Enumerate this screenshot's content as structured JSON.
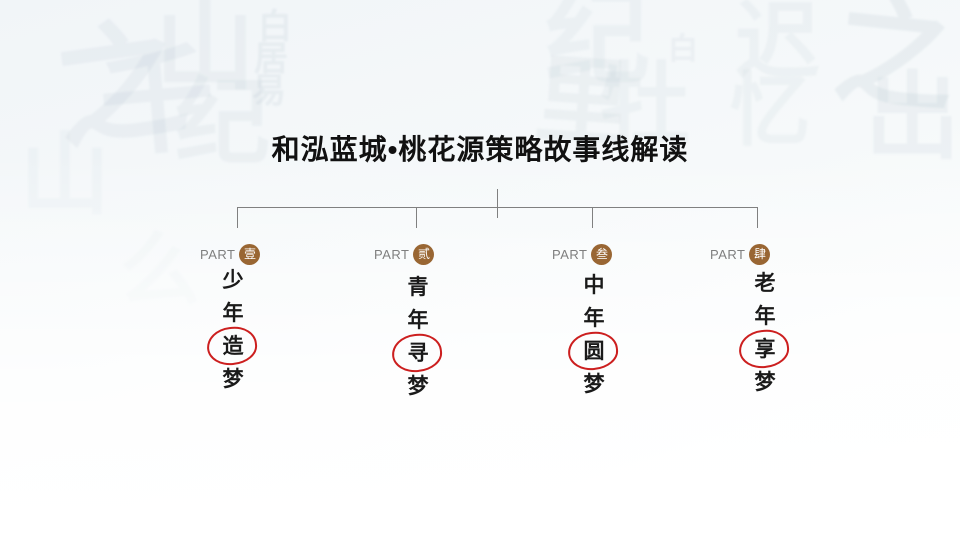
{
  "slide": {
    "title": "和泓蓝城•桃花源策略故事线解读"
  },
  "parts": [
    {
      "label": "PART",
      "numeral": "壹",
      "story": [
        "少",
        "年",
        "造",
        "梦"
      ],
      "circled_char": "造"
    },
    {
      "label": "PART",
      "numeral": "贰",
      "story": [
        "青",
        "年",
        "寻",
        "梦"
      ],
      "circled_char": "寻"
    },
    {
      "label": "PART",
      "numeral": "叁",
      "story": [
        "中",
        "年",
        "圆",
        "梦"
      ],
      "circled_char": "圆"
    },
    {
      "label": "PART",
      "numeral": "肆",
      "story": [
        "老",
        "年",
        "享",
        "梦"
      ],
      "circled_char": "享"
    }
  ],
  "colors": {
    "background": "#f5f8fa",
    "title_text": "#111111",
    "part_text": "#7f7f7f",
    "numeral_badge": "#996633",
    "numeral_text": "#ffffff",
    "connector_line": "#808080",
    "story_text": "#1a1a1a",
    "highlight_circle": "#cc1f1f",
    "watermark": "#8fa6b5"
  },
  "watermark": {
    "glyphs": [
      {
        "char": "之"
      },
      {
        "char": "山"
      },
      {
        "char": "千"
      },
      {
        "char": "纪"
      },
      {
        "char": "白"
      },
      {
        "char": "居"
      },
      {
        "char": "易"
      },
      {
        "char": "纪"
      },
      {
        "char": "里"
      },
      {
        "char": "牡"
      },
      {
        "char": "迟"
      },
      {
        "char": "之"
      },
      {
        "char": "白"
      },
      {
        "char": "忆"
      },
      {
        "char": "出"
      },
      {
        "char": "山"
      },
      {
        "char": "么"
      }
    ]
  }
}
